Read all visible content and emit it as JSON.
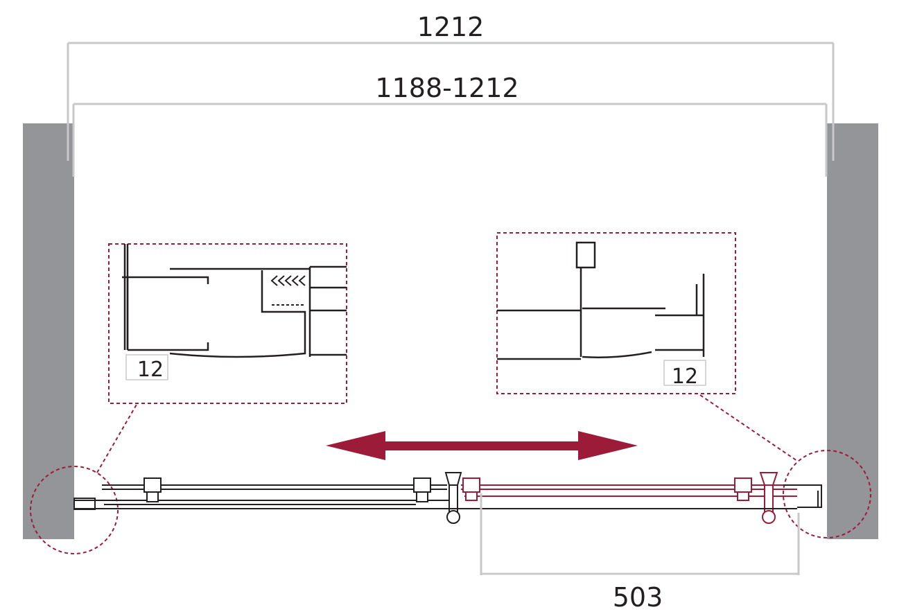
{
  "dimensions": {
    "overall_width": "1212",
    "opening_range": "1188-1212",
    "passage_width": "503"
  },
  "details": {
    "left_clearance": "12",
    "right_clearance": "12"
  },
  "colors": {
    "wall": "#939598",
    "accent": "#9b1b39",
    "dimension_line": "#c8c8c8",
    "outline": "#231f20"
  }
}
